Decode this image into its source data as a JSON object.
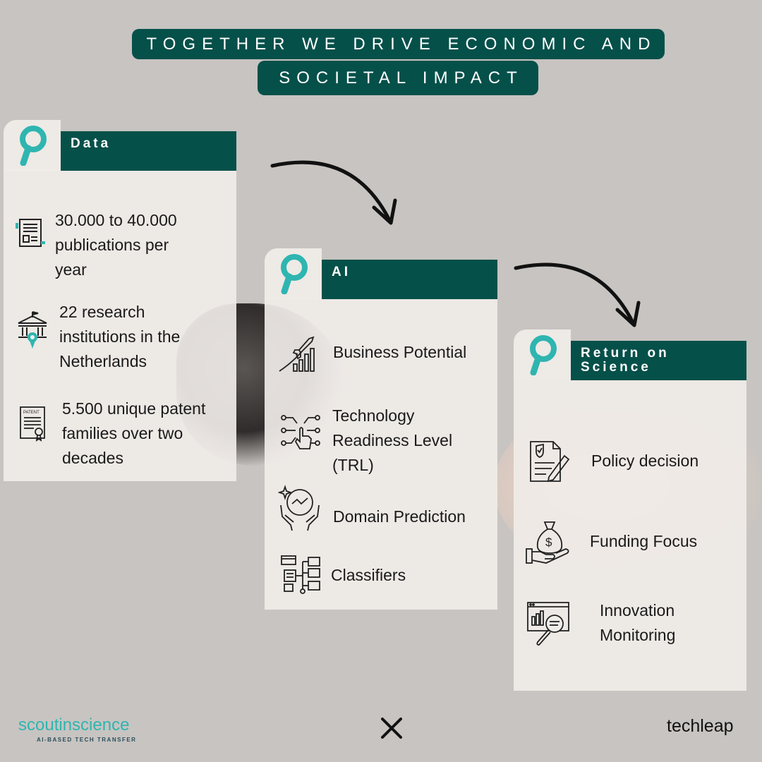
{
  "title": {
    "line1": "TOGETHER WE DRIVE ECONOMIC AND",
    "line2": "SOCIETAL IMPACT"
  },
  "colors": {
    "accent": "#06504a",
    "brand": "#2fb5b0",
    "card": "#f0ece8"
  },
  "cards": {
    "data": {
      "header": "Data",
      "items": [
        {
          "icon": "document-icon",
          "text": " 30.000 to 40.000\npublications per\nyear"
        },
        {
          "icon": "institution-icon",
          "text": "22 research\ninstitutions in the\nNetherlands"
        },
        {
          "icon": "patent-certificate-icon",
          "text": "5.500 unique patent\nfamilies over two\ndecades"
        }
      ]
    },
    "ai": {
      "header": "AI",
      "items": [
        {
          "icon": "rocket-growth-icon",
          "text": "Business Potential"
        },
        {
          "icon": "touch-technology-icon",
          "text": "Technology\nReadiness Level\n(TRL)"
        },
        {
          "icon": "hands-sparkle-icon",
          "text": "Domain Prediction"
        },
        {
          "icon": "hierarchy-icon",
          "text": "Classifiers"
        }
      ]
    },
    "return_on_science": {
      "header": "Return on\nScience",
      "items": [
        {
          "icon": "policy-document-icon",
          "text": "Policy decision"
        },
        {
          "icon": "money-bag-hand-icon",
          "text": "Funding Focus"
        },
        {
          "icon": "monitor-magnifier-icon",
          "text": "Innovation\nMonitoring"
        }
      ]
    }
  },
  "footer": {
    "left_brand": "scoutinscience",
    "left_tagline": "AI-BASED TECH TRANSFER",
    "separator": "X",
    "right_brand": "techleap"
  }
}
